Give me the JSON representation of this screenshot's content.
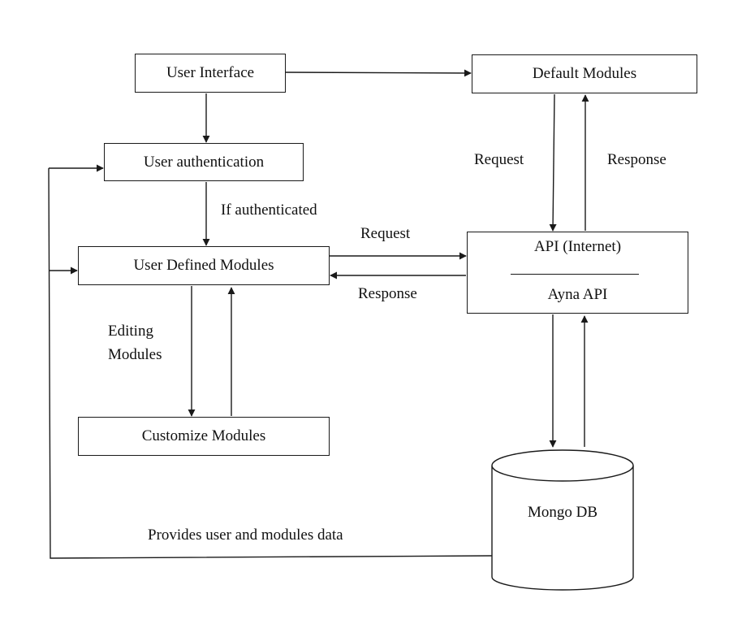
{
  "nodes": {
    "user_interface": "User Interface",
    "default_modules": "Default Modules",
    "user_authentication": "User authentication",
    "user_defined_modules": "User Defined Modules",
    "customize_modules": "Customize Modules",
    "api_internet": "API (Internet)",
    "ayna_api": "Ayna API",
    "mongo_db": "Mongo DB"
  },
  "edge_labels": {
    "if_authenticated": "If authenticated",
    "request_default": "Request",
    "response_default": "Response",
    "request_api": "Request",
    "response_api": "Response",
    "editing_line1": "Editing",
    "editing_line2": "Modules",
    "provides_data": "Provides user and modules data"
  }
}
